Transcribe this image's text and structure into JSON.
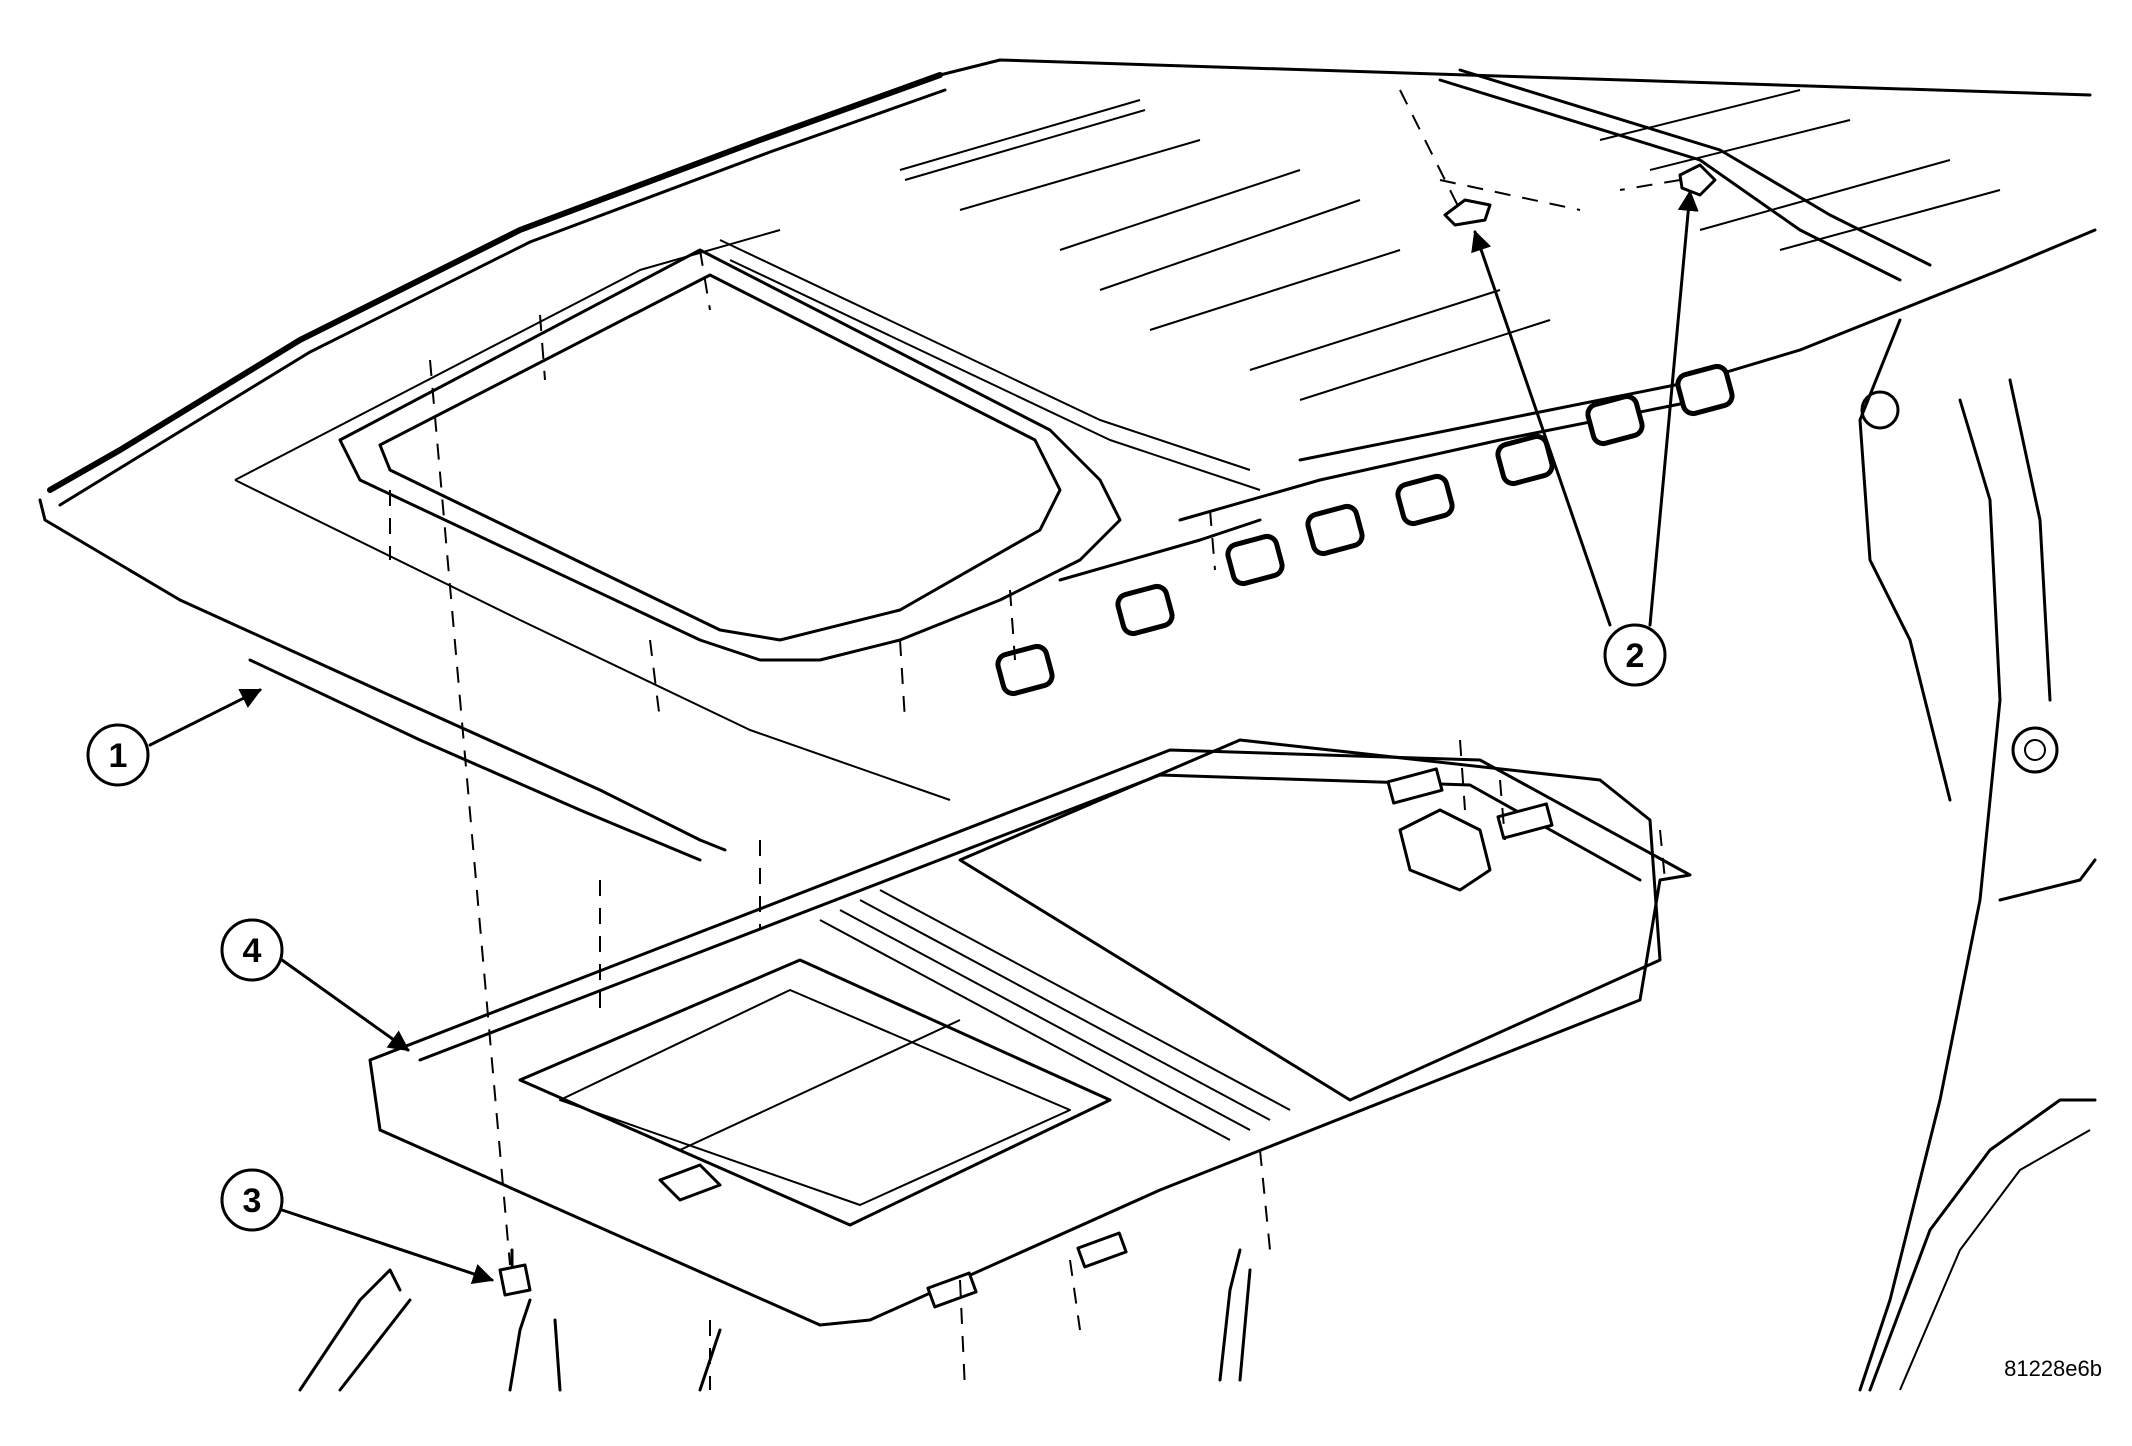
{
  "figure": {
    "id_code": "81228e6b",
    "callouts": [
      {
        "number": "1",
        "part": "roof-panel"
      },
      {
        "number": "2",
        "part": "retainer-clip"
      },
      {
        "number": "3",
        "part": "mounting-bolt"
      },
      {
        "number": "4",
        "part": "sunroof-module"
      }
    ]
  }
}
